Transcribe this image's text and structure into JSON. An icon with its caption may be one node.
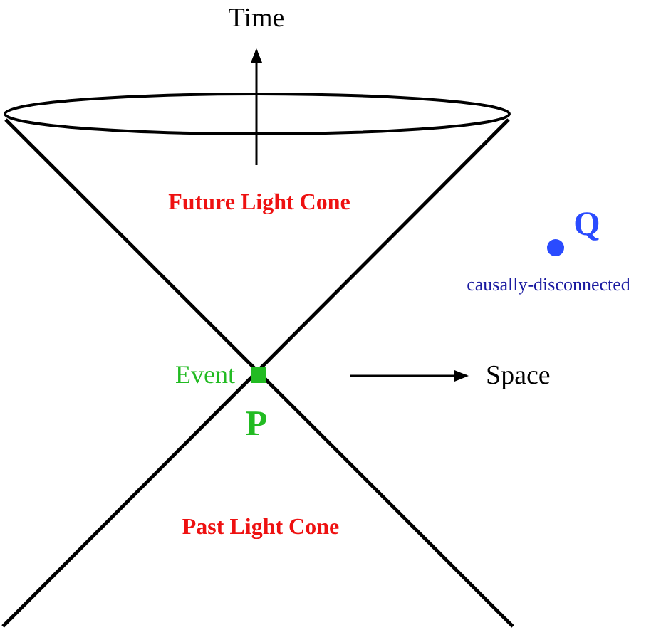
{
  "diagram": {
    "labels": [
      "Time",
      "Future Light Cone",
      "Q",
      "causally-disconnected",
      "Event",
      "Space",
      "P",
      "Past Light Cone"
    ]
  }
}
